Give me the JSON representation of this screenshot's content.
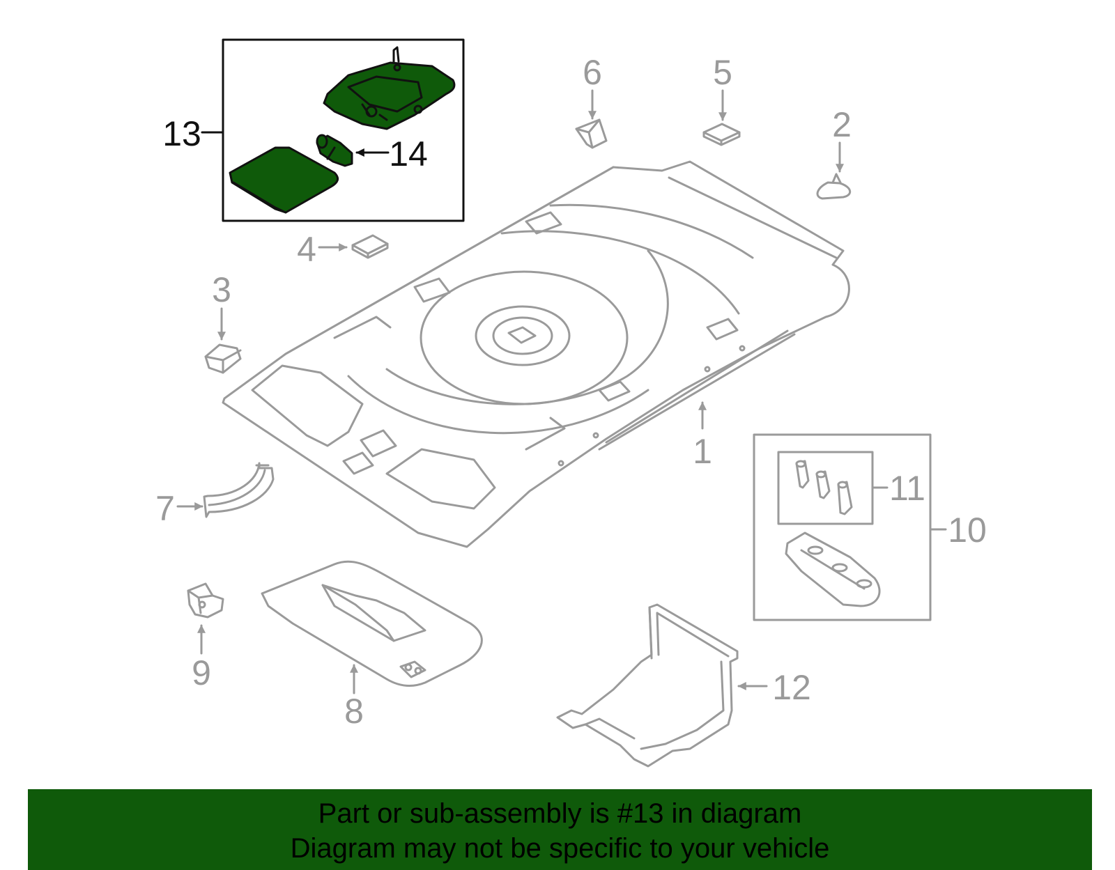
{
  "callouts": {
    "c1": "1",
    "c2": "2",
    "c3": "3",
    "c4": "4",
    "c5": "5",
    "c6": "6",
    "c7": "7",
    "c8": "8",
    "c9": "9",
    "c10": "10",
    "c11": "11",
    "c12": "12",
    "c13": "13",
    "c14": "14"
  },
  "highlight": {
    "callouts": [
      "13",
      "14"
    ],
    "color": "#0f5a0a"
  },
  "banner": {
    "line1": "Part or sub-assembly is #13 in diagram",
    "line2": "Diagram may not be specific to your vehicle",
    "background": "#0f5a0a"
  }
}
